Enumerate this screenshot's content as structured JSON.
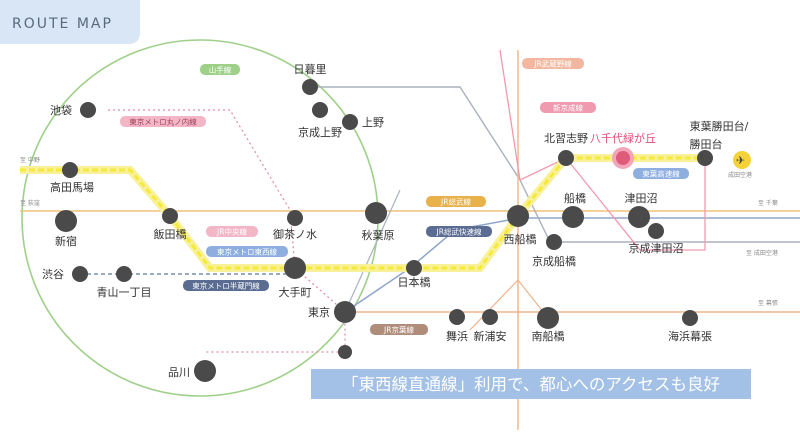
{
  "title": "ROUTE MAP",
  "banner": "「東西線直通線」利用で、都心へのアクセスも良好",
  "colors": {
    "title_bg": "#d8e6f6",
    "banner_bg": "#a3c1e6",
    "yamanote": "#9fd08a",
    "tozai": "#f5ea3c",
    "highlight": "#e05a7a",
    "airport": "#f5d23a",
    "station": "#4a4a4a"
  },
  "stations": {
    "nippori": "日暮里",
    "ikebukuro": "池袋",
    "keisei_ueno": "京成上野",
    "ueno": "上野",
    "takadanobaba": "高田馬場",
    "shinjuku": "新宿",
    "iidabashi": "飯田橋",
    "ochanomizu": "御茶ノ水",
    "akihabara": "秋葉原",
    "shibuya": "渋谷",
    "aoyama": "青山一丁目",
    "otemachi": "大手町",
    "nihonbashi": "日本橋",
    "tokyo": "東京",
    "shinagawa": "品川",
    "maihama": "舞浜",
    "shinurayasu": "新浦安",
    "minamifunabashi": "南船橋",
    "kaihinmakuhari": "海浜幕張",
    "nishifunabashi": "西船橋",
    "keisei_funabashi": "京成船橋",
    "funabashi": "船橋",
    "kitanarashino": "北習志野",
    "yachiyo": "八千代緑が丘",
    "tsudanuma": "津田沼",
    "keisei_tsudanuma": "京成津田沼",
    "toyo_katsutadai": "東葉勝田台/",
    "katsutadai": "勝田台"
  },
  "lines": {
    "yamanote": "山手線",
    "marunouchi": "東京メトロ丸ノ内線",
    "jr_chuo": "JR中央線",
    "metro_tozai": "東京メトロ東西線",
    "hanzomon": "東京メトロ半蔵門線",
    "jr_sobu": "JR総武線",
    "jr_sobu_rapid": "JR総武快速線",
    "jr_keiyo": "JR京葉線",
    "jr_musashino": "JR武蔵野線",
    "shin_keisei": "新京成線",
    "toyo_rapid": "東葉高速線"
  },
  "edge_labels": {
    "left_top": "至 中野",
    "left_mid": "至 荻窪",
    "right_airport": "成田空港",
    "right1": "至 千葉",
    "right2": "至 成田空港",
    "right3": "至 幕張"
  }
}
